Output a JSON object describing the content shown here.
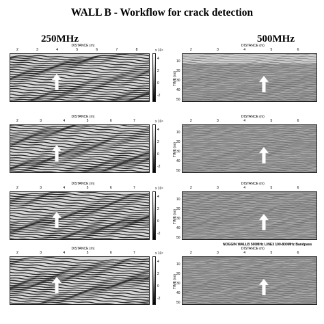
{
  "title": "WALL B - Workflow for crack detection",
  "columns": {
    "left": "250MHz",
    "right": "500MHz"
  },
  "axis": {
    "distance": "DISTANCE (m)",
    "time": "TIME (ns)",
    "exp": "x 10⁴"
  },
  "left_panels": [
    {
      "ticks": [
        "2",
        "3",
        "4",
        "5",
        "6",
        "7",
        "8"
      ],
      "cbar": [
        "4",
        "2",
        "0",
        "-2"
      ]
    },
    {
      "ticks": [
        "2",
        "3",
        "4",
        "5",
        "6",
        "7"
      ],
      "cbar": [
        "4",
        "2",
        "0",
        "-2"
      ]
    },
    {
      "ticks": [
        "2",
        "3",
        "4",
        "5",
        "6",
        "7"
      ],
      "cbar": [
        "4",
        "2",
        "0",
        "-2"
      ]
    },
    {
      "ticks": [
        "2",
        "3",
        "4",
        "5",
        "6",
        "7"
      ],
      "cbar": [
        "4",
        "2",
        "0",
        "-2"
      ]
    }
  ],
  "right_panels": [
    {
      "header": "",
      "ticks": [
        "2",
        "3",
        "4",
        "5",
        "6"
      ],
      "time": [
        "10",
        "20",
        "30",
        "40",
        "50"
      ]
    },
    {
      "header": "",
      "ticks": [
        "2",
        "3",
        "4",
        "5",
        "6"
      ],
      "time": [
        "10",
        "20",
        "30",
        "40",
        "50"
      ]
    },
    {
      "header": "",
      "ticks": [
        "2",
        "3",
        "4",
        "5",
        "6"
      ],
      "time": [
        "10",
        "20",
        "30",
        "40",
        "50"
      ]
    },
    {
      "header": "NOGGIN WALLB 500MHz LINE3 100-800MHz Bandpass",
      "ticks": [
        "2",
        "3",
        "4",
        "5",
        "6"
      ],
      "time": [
        "10",
        "20",
        "30",
        "40",
        "50"
      ]
    }
  ]
}
